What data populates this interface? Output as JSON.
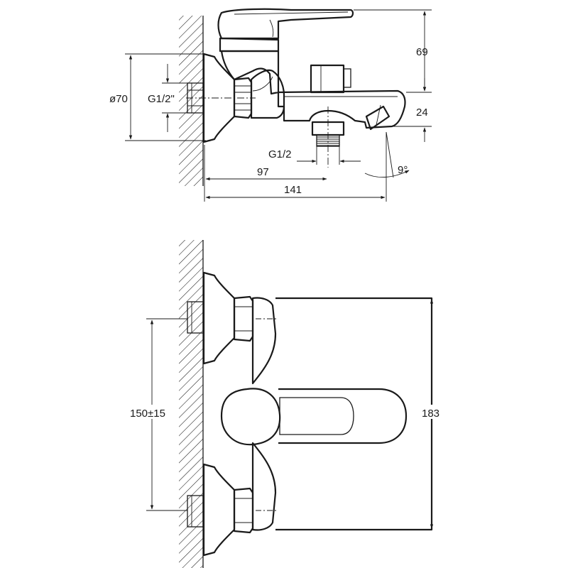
{
  "side_view": {
    "dim_diameter": "ø70",
    "dim_connection": "G1/2\"",
    "dim_height_top": "69",
    "dim_height_spout": "24",
    "dim_outlet_thread": "G1/2",
    "dim_outlet_distance": "97",
    "dim_total_length": "141",
    "dim_angle": "9°"
  },
  "top_view": {
    "dim_center_distance": "150±15",
    "dim_total_width": "183"
  }
}
